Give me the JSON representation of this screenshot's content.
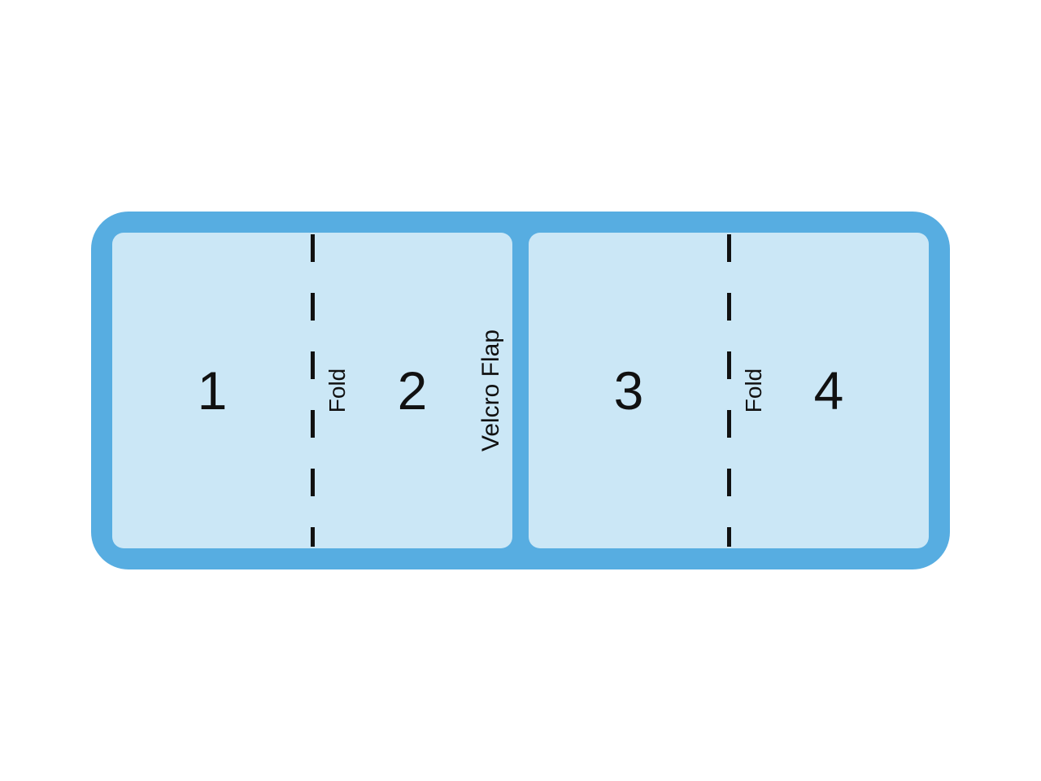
{
  "diagram": {
    "title": "",
    "halves": [
      {
        "left_number": "1",
        "right_number": "2",
        "fold_label": "Fold",
        "edge_label": "Velcro Flap"
      },
      {
        "left_number": "3",
        "right_number": "4",
        "fold_label": "Fold"
      }
    ],
    "colors": {
      "outline_blue": "#57ade1",
      "panel_fill": "#cbe7f6",
      "text": "#111111",
      "dash": "#111111",
      "background": "#ffffff"
    }
  }
}
